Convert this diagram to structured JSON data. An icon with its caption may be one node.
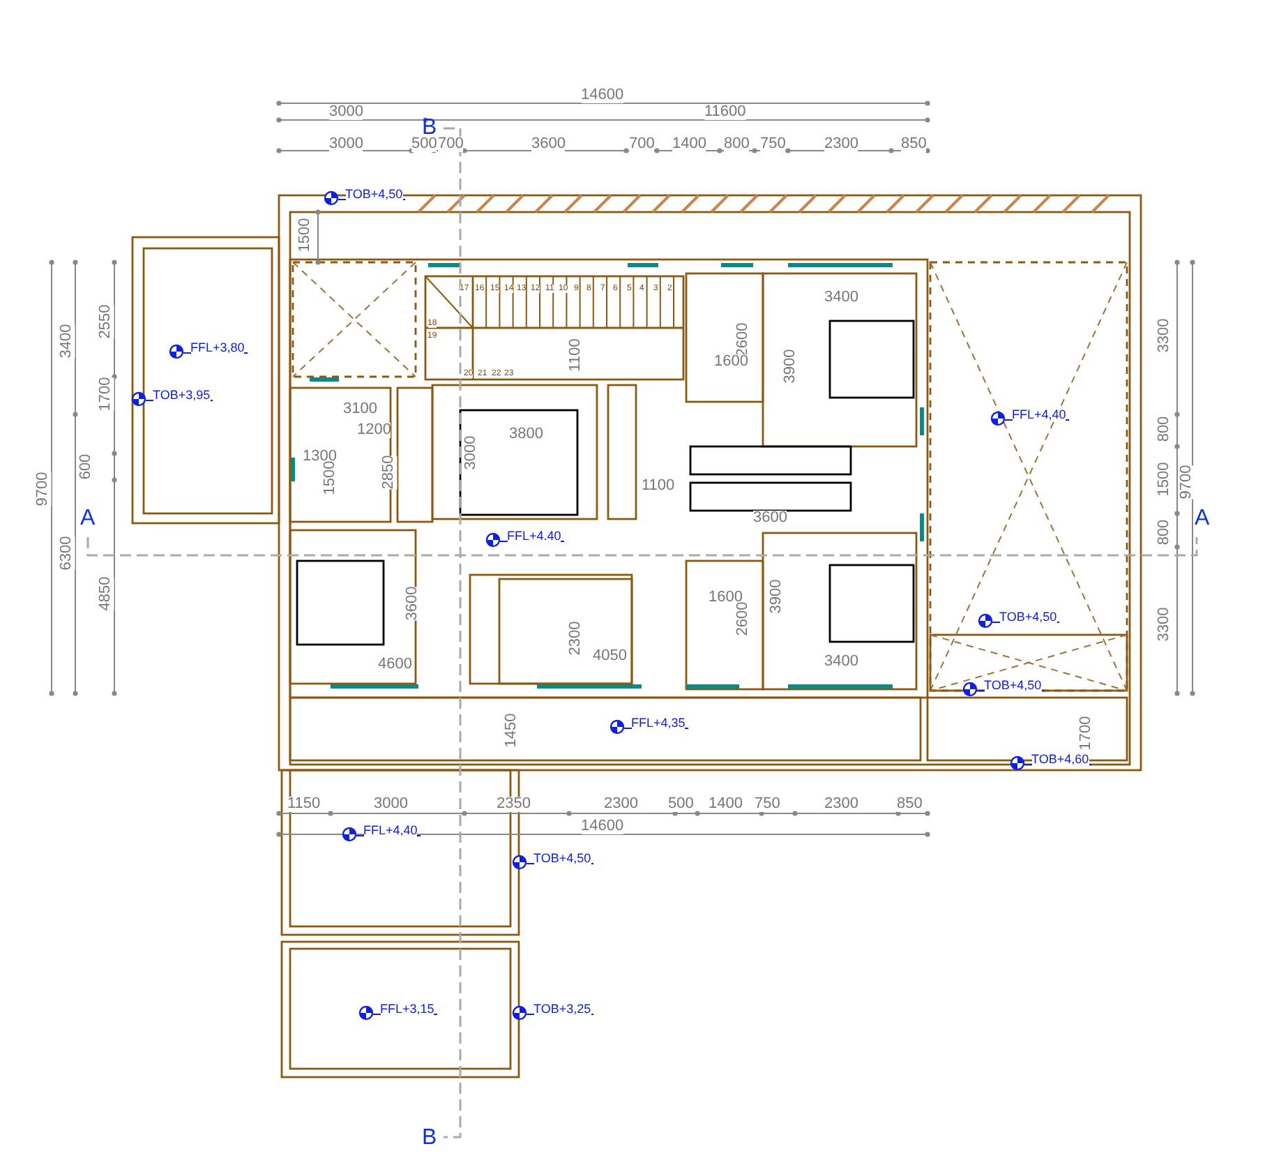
{
  "diagram": {
    "labels": [
      "14600",
      "3000",
      "11600",
      "B",
      "3000",
      "500",
      "700",
      "3600",
      "700",
      "1400",
      "800",
      "750",
      "2300",
      "850",
      "TOB+4,50",
      "1500",
      "3400",
      "2550",
      "FFL+3,80",
      "1700",
      "TOB+3,95",
      "600",
      "9700",
      "A",
      "6300",
      "4850",
      "17",
      "16",
      "15",
      "14",
      "13",
      "12",
      "11",
      "10",
      "9",
      "8",
      "7",
      "6",
      "5",
      "4",
      "3",
      "2",
      "18",
      "19",
      "20",
      "21",
      "22",
      "23",
      "3100",
      "1200",
      "1300",
      "1500",
      "2850",
      "3000",
      "3800",
      "1100",
      "1100",
      "2600",
      "1600",
      "3400",
      "3900",
      "FFL+4,40",
      "3600",
      "FFL+4.40",
      "3300",
      "800",
      "1500",
      "9700",
      "800",
      "A",
      "3300",
      "3600",
      "2300",
      "4050",
      "1600",
      "2600",
      "3900",
      "3400",
      "TOB+4,50",
      "4600",
      "TOB+4,50",
      "1450",
      "FFL+4,35",
      "1700",
      "TOB+4,60",
      "1150",
      "3000",
      "2350",
      "2300",
      "500",
      "1400",
      "750",
      "2300",
      "850",
      "14600",
      "FFL+4,40",
      "TOB+4,50",
      "FFL+3,15",
      "TOB+3,25",
      "B"
    ]
  }
}
